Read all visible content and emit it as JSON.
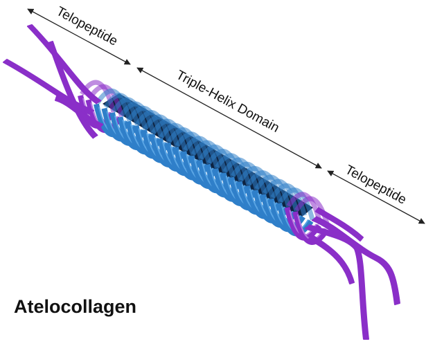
{
  "title": "Atelocollagen",
  "labels": {
    "telopeptide_left": "Telopeptide",
    "triple_helix": "Triple-Helix Domain",
    "telopeptide_right": "Telopeptide"
  },
  "colors": {
    "telopeptide": "#8a2fc8",
    "telopeptide_light": "#b77ae0",
    "helix": "#2f7fc9",
    "helix_light": "#5aa5e4",
    "helix_dark": "#0e2340",
    "arrow": "#222222"
  }
}
